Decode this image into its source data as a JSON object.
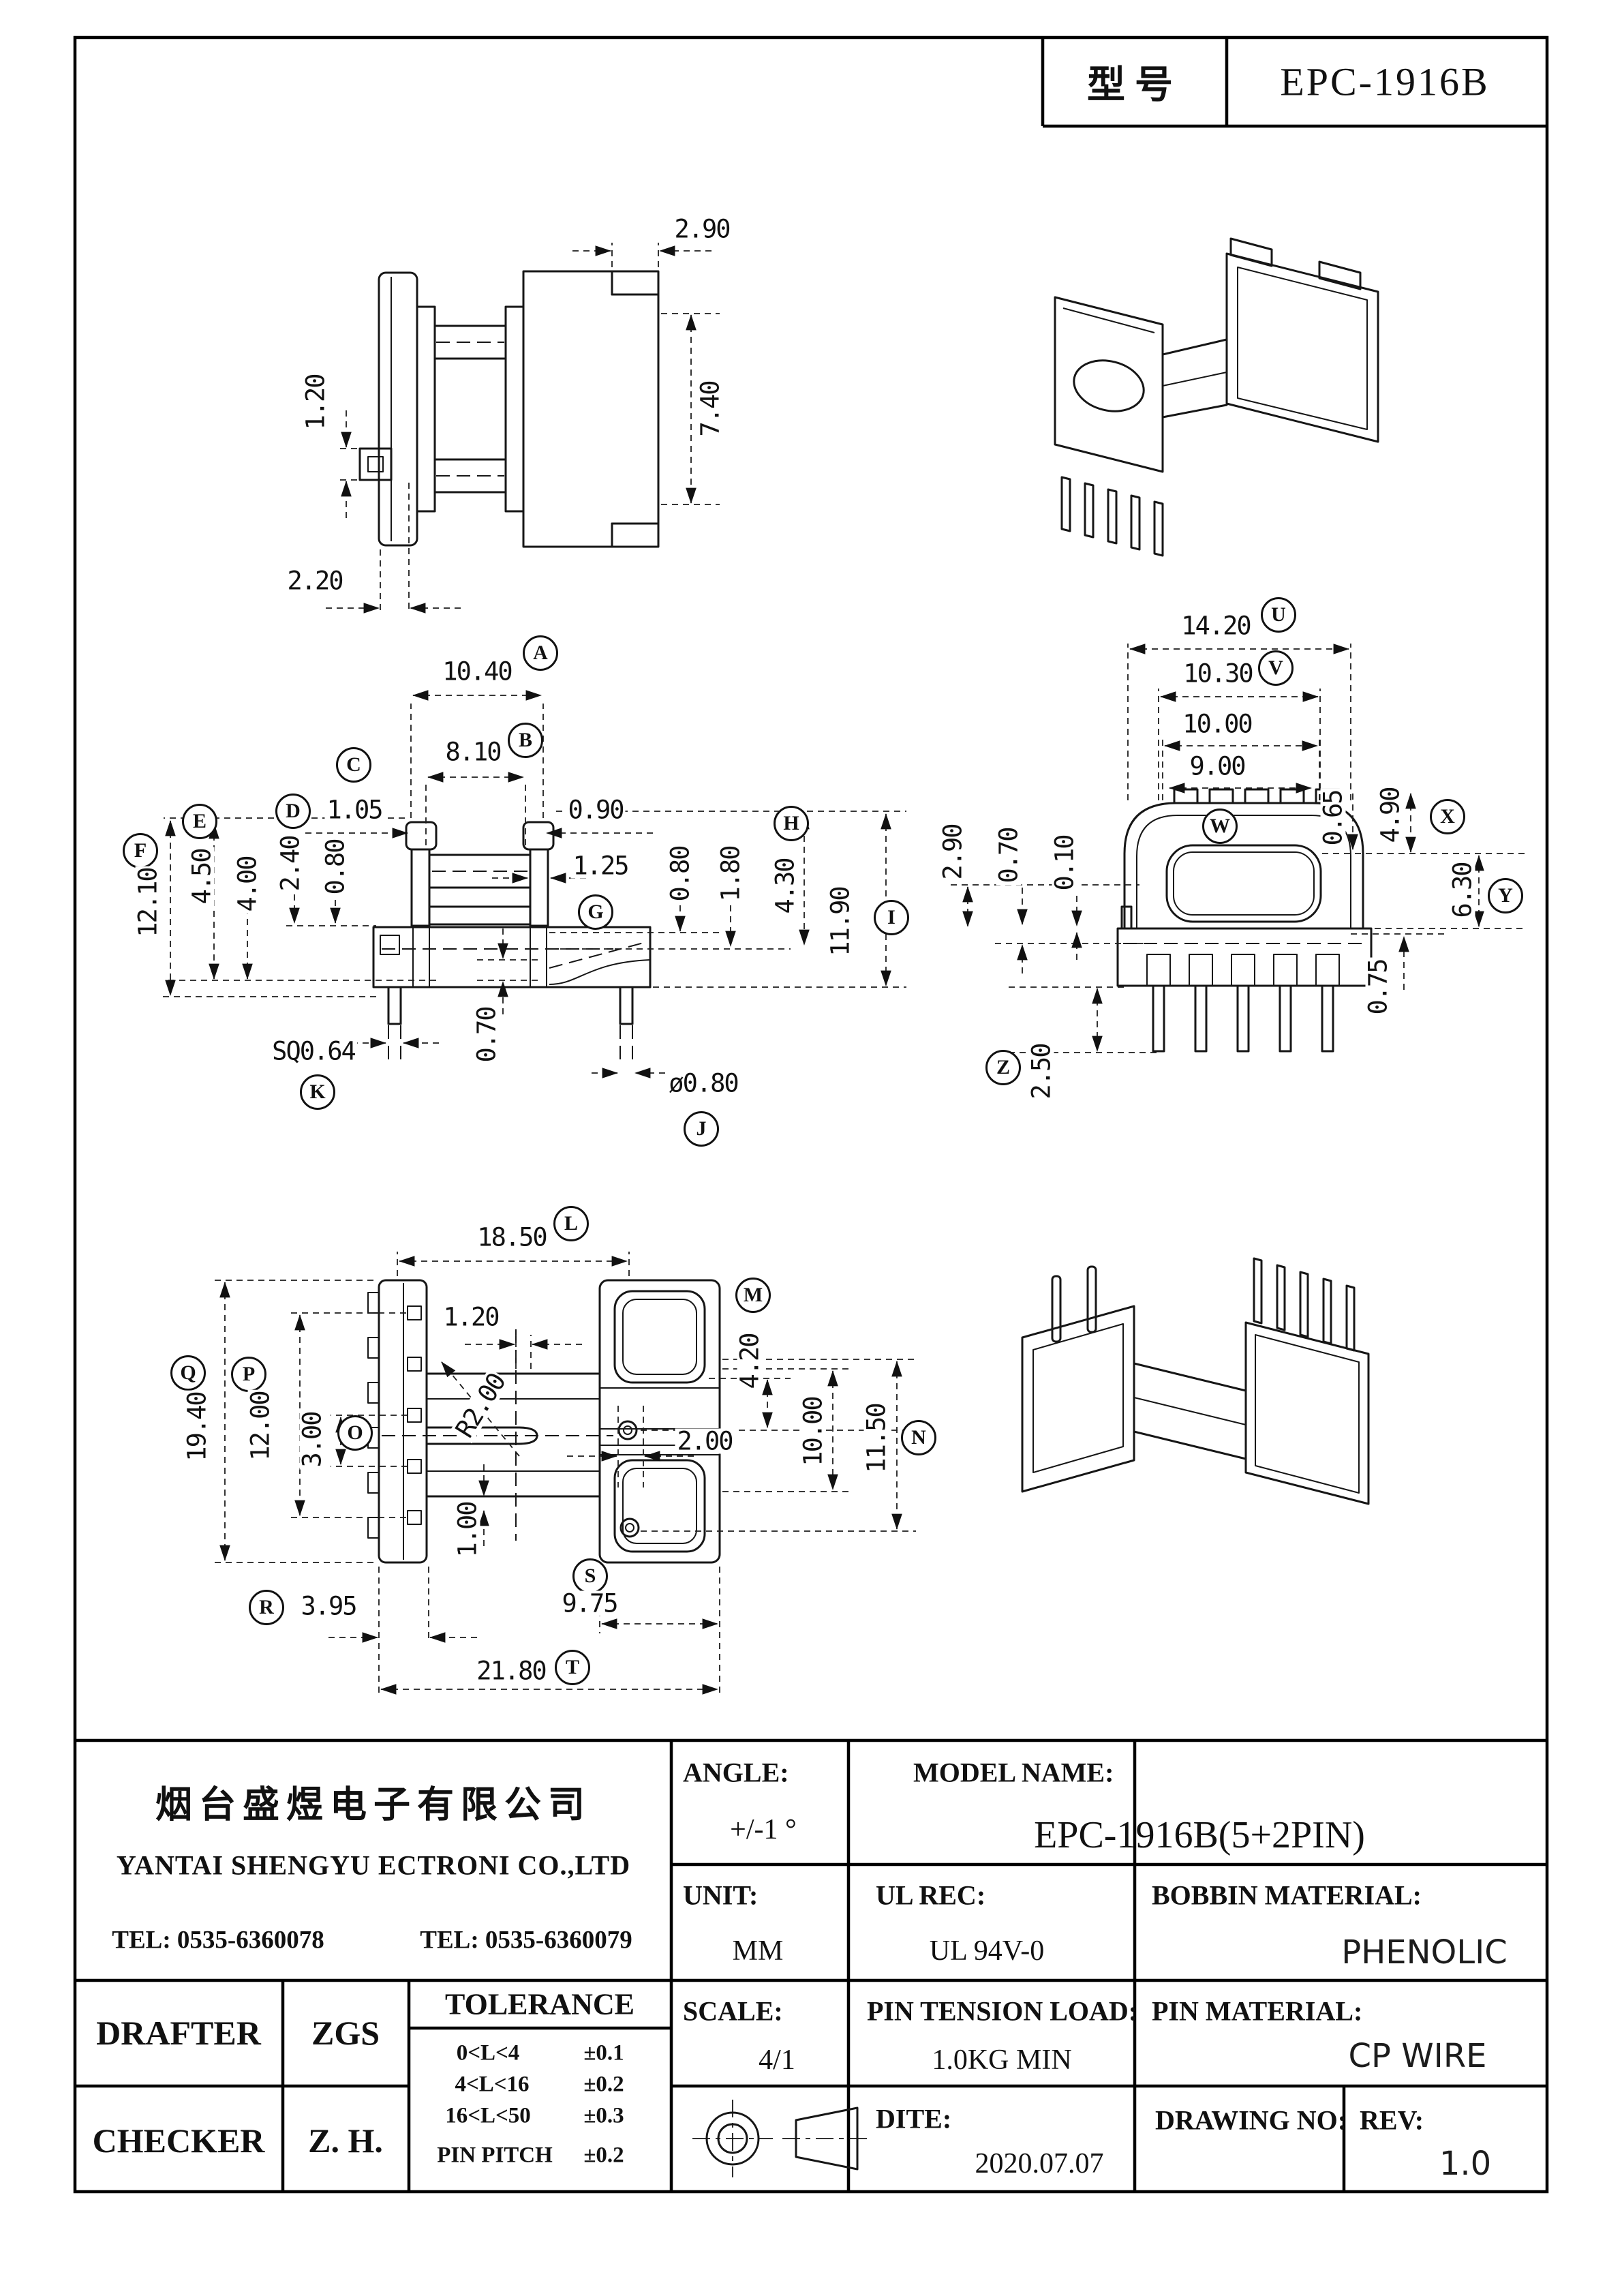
{
  "sheet": {
    "model_label": "型号",
    "model_value": "EPC-1916B"
  },
  "balloons": {
    "a": "A",
    "b": "B",
    "c": "C",
    "d": "D",
    "e": "E",
    "f": "F",
    "g": "G",
    "h": "H",
    "i": "I",
    "j": "J",
    "k": "K",
    "l": "L",
    "m": "M",
    "n": "N",
    "o": "O",
    "p": "P",
    "q": "Q",
    "r": "R",
    "s": "S",
    "t": "T",
    "u": "U",
    "v": "V",
    "w": "W",
    "x": "X",
    "y": "Y",
    "z": "Z"
  },
  "dims": {
    "top_view": {
      "notch": "2.90",
      "pin_sq": "1.20",
      "side": "7.40",
      "flange": "2.20"
    },
    "front_view": {
      "a": "10.40",
      "b": "8.10",
      "c": "1.05",
      "gap": "0.90",
      "d": "2.40",
      "e": "4.50",
      "f": "12.10",
      "mid": "4.00",
      "wall": "0.80",
      "g": "1.25",
      "step1": "0.80",
      "step2": "1.80",
      "h": "4.30",
      "i": "11.90",
      "base": "0.70",
      "k": "SQ0.64",
      "j": "ø0.80"
    },
    "side_view": {
      "u": "14.20",
      "v": "10.30",
      "win": "10.00",
      "w": "9.00",
      "lip": "0.65",
      "x": "4.90",
      "y": "6.30",
      "foot": "0.75",
      "left1": "2.90",
      "left2": "0.70",
      "left3": "0.10",
      "z": "2.50"
    },
    "bottom_view": {
      "l": "18.50",
      "slot": "1.20",
      "m": "4.20",
      "radius": "R2.00",
      "q": "19.40",
      "p": "12.00",
      "o": "3.00",
      "notch": "2.00",
      "win": "10.00",
      "n": "11.50",
      "rib": "1.00",
      "s": "9.75",
      "r": "3.95",
      "t": "21.80"
    }
  },
  "title_block": {
    "company_cn": "烟台盛煜电子有限公司",
    "company_en": "YANTAI SHENGYU ECTRONI CO.,LTD",
    "tel1": "TEL: 0535-6360078",
    "tel2": "TEL: 0535-6360079",
    "angle_label": "ANGLE:",
    "angle_value": "+/-1 °",
    "unit_label": "UNIT:",
    "unit_value": "MM",
    "model_name_label": "MODEL NAME:",
    "model_name_value": "EPC-1916B(5+2PIN)",
    "ul_label": "UL REC:",
    "ul_value": "UL 94V-0",
    "bobbin_label": "BOBBIN MATERIAL:",
    "bobbin_value": "PHENO­LIC",
    "bobbin_value_plain": "PHENOLIC",
    "drafter_label": "DRAFTER",
    "drafter_value": "ZGS",
    "checker_label": "CHECKER",
    "checker_value": "Z. H.",
    "tolerance_title": "TOLERANCE",
    "tol1_range": "0<L<4",
    "tol1_value": "±0.1",
    "tol2_range": "4<L<16",
    "tol2_value": "±0.2",
    "tol3_range": "16<L<50",
    "tol3_value": "±0.3",
    "tol4_range": "PIN PITCH",
    "tol4_value": "±0.2",
    "scale_label": "SCALE:",
    "scale_value": "4/1",
    "tension_label": "PIN TENSION LOAD:",
    "tension_value": "1.0KG MIN",
    "pin_material_label": "PIN MATERIAL:",
    "pin_material_value": "CP WIRE",
    "date_label": "DITE:",
    "date_value": "2020.07.07",
    "drawing_no_label": "DRAWING NO:",
    "rev_label": "REV:",
    "rev_value": "1.0"
  }
}
